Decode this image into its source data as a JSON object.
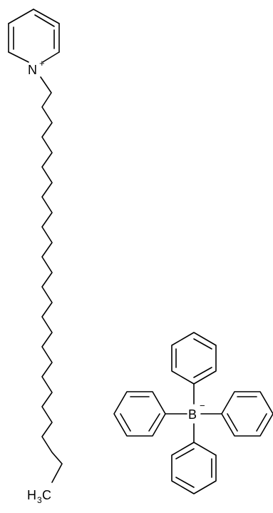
{
  "cation": {
    "nitrogen_symbol": "N",
    "nitrogen_charge": "+",
    "terminal_carbon_symbol": "H",
    "terminal_carbon_subscript": "3",
    "terminal_carbon_tail": "C"
  },
  "anion": {
    "boron_symbol": "B",
    "boron_charge": "−"
  },
  "colors": {
    "ink": "#000000",
    "background": "#ffffff"
  }
}
